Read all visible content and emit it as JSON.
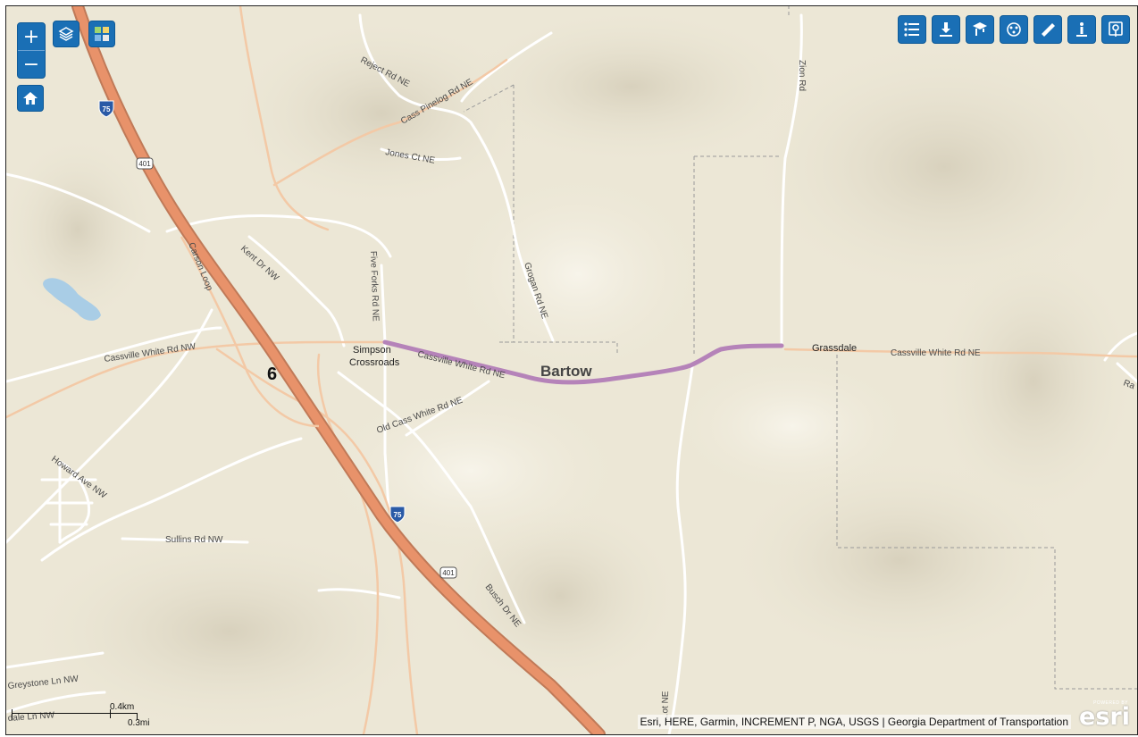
{
  "map": {
    "roads": {
      "cassville_white_rd_nw": "Cassville White Rd NW",
      "cassville_white_rd_ne_west": "Cassville White Rd NE",
      "cassville_white_rd_ne_east": "Cassville White Rd NE",
      "old_cass_white_rd_ne": "Old Cass White Rd NE",
      "five_forks_rd_ne": "Five Forks Rd NE",
      "grogan_rd_ne": "Grogan Rd NE",
      "zion_rd": "Zion Rd",
      "reject_rd_ne": "Reject Rd NE",
      "cass_pinelog_rd_ne": "Cass Pinelog Rd NE",
      "jones_ct_ne": "Jones Ct NE",
      "kent_dr_nw": "Kent Dr NW",
      "carson_loop": "Carson Loop",
      "howard_ave_nw": "Howard Ave NW",
      "sullins_rd_nw": "Sullins Rd NW",
      "busch_dr_ne": "Busch Dr NE",
      "greystone_ln_nw": "Greystone Ln NW",
      "dale_ln_nw": "dale Ln NW",
      "south_road_ne": "...ot NE",
      "ra_partial": "Ra"
    },
    "places": {
      "simpson_line1": "Simpson",
      "simpson_line2": "Crossroads",
      "grassdale": "Grassdale",
      "bartow": "Bartow",
      "route_number": "6"
    },
    "shields": {
      "i75_north": "75",
      "i75_south": "75",
      "us41_north": "401",
      "us41_south": "401"
    },
    "colors": {
      "background": "#ece7d6",
      "interstate": "#e8926a",
      "highlight": "#b583b9",
      "road": "#ffffff",
      "road_major": "#f3c9a6",
      "water": "#a9cde6"
    }
  },
  "controls": {
    "zoom_in": "+",
    "zoom_out": "−"
  },
  "toolbar": {
    "icons": [
      "legend-icon",
      "download-icon",
      "basemap-icon",
      "print-icon",
      "measure-icon",
      "info-icon",
      "locate-icon"
    ]
  },
  "attribution": "Esri, HERE, Garmin, INCREMENT P, NGA, USGS | Georgia Department of Transportation",
  "logo": {
    "powered_by": "POWERED BY",
    "name": "esri"
  },
  "scalebar": {
    "top_label": "0.4km",
    "bottom_label": "0.3mi"
  }
}
